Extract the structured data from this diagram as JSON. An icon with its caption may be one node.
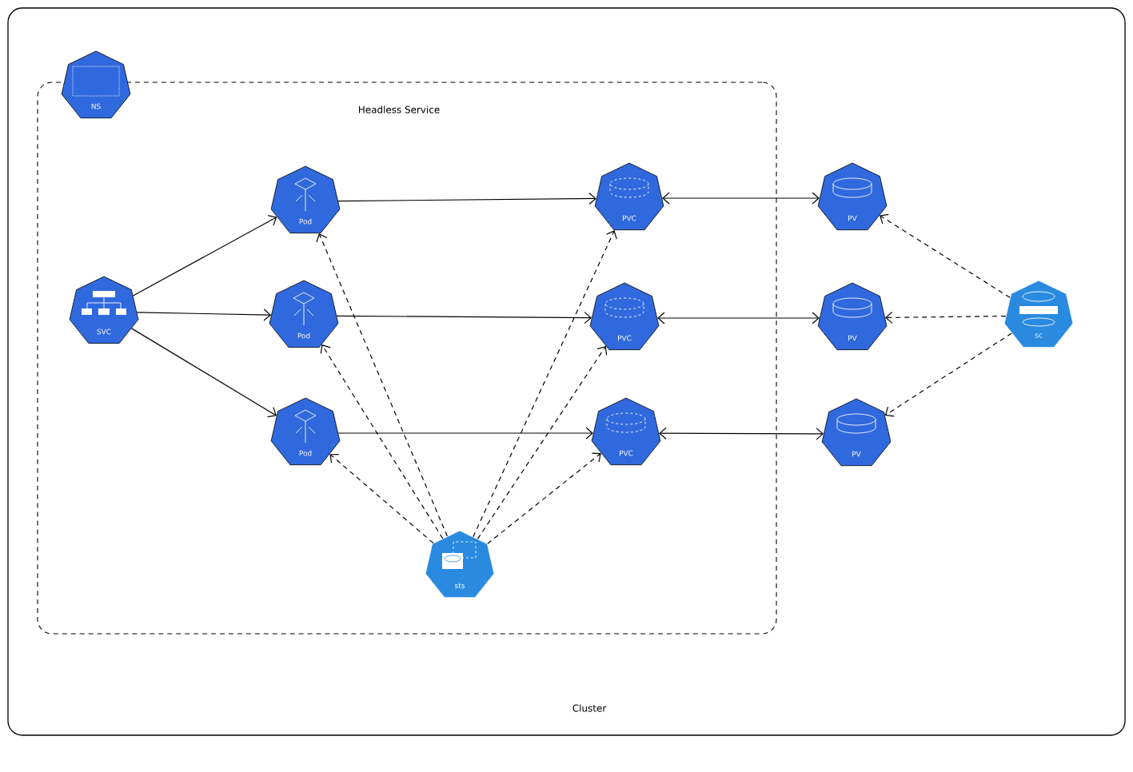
{
  "diagram": {
    "nodes": [
      {
        "text": [
          "Cluster"
        ]
      },
      {
        "text": [
          "Headless Service"
        ],
        "in": 0
      },
      {
        "text": [
          "NS"
        ],
        "in": 0
      },
      {
        "text": [
          "SVC"
        ],
        "in": 1
      },
      {
        "text": [
          "Pod"
        ],
        "in": 1
      },
      {
        "text": [
          "Pod"
        ],
        "in": 1
      },
      {
        "text": [
          "Pod"
        ],
        "in": 1
      },
      {
        "text": [
          "PVC"
        ],
        "in": 1
      },
      {
        "text": [
          "PVC"
        ],
        "in": 1
      },
      {
        "text": [
          "PVC"
        ],
        "in": 1
      },
      {
        "text": [
          "PV"
        ],
        "in": 0
      },
      {
        "text": [
          "PV"
        ],
        "in": 0
      },
      {
        "text": [
          "PV"
        ],
        "in": 0
      },
      {
        "text": [
          "sc"
        ],
        "in": 0
      },
      {
        "text": [
          "sts"
        ],
        "in": 1
      }
    ],
    "edges": [
      {
        "from": 3,
        "to": 4,
        "arrow": "to"
      },
      {
        "from": 3,
        "to": 5,
        "arrow": "to"
      },
      {
        "from": 3,
        "to": 6,
        "arrow": "to"
      },
      {
        "from": 4,
        "to": 7,
        "arrow": "to"
      },
      {
        "from": 5,
        "to": 8,
        "arrow": "to"
      },
      {
        "from": 6,
        "to": 9,
        "arrow": "to"
      },
      {
        "from": 7,
        "to": 10,
        "arrow": "both"
      },
      {
        "from": 8,
        "to": 11,
        "arrow": "both"
      },
      {
        "from": 9,
        "to": 12,
        "arrow": "both"
      },
      {
        "from": 14,
        "to": 4,
        "arrow": "to",
        "style": "dashed"
      },
      {
        "from": 14,
        "to": 5,
        "arrow": "to",
        "style": "dashed"
      },
      {
        "from": 14,
        "to": 6,
        "arrow": "to",
        "style": "dashed"
      },
      {
        "from": 14,
        "to": 7,
        "arrow": "to",
        "style": "dashed"
      },
      {
        "from": 14,
        "to": 8,
        "arrow": "to",
        "style": "dashed"
      },
      {
        "from": 14,
        "to": 9,
        "arrow": "to",
        "style": "dashed"
      },
      {
        "from": 13,
        "to": 10,
        "arrow": "to",
        "style": "dashed"
      },
      {
        "from": 13,
        "to": 11,
        "arrow": "to",
        "style": "dashed"
      },
      {
        "from": 13,
        "to": 12,
        "arrow": "to",
        "style": "dashed"
      }
    ]
  }
}
